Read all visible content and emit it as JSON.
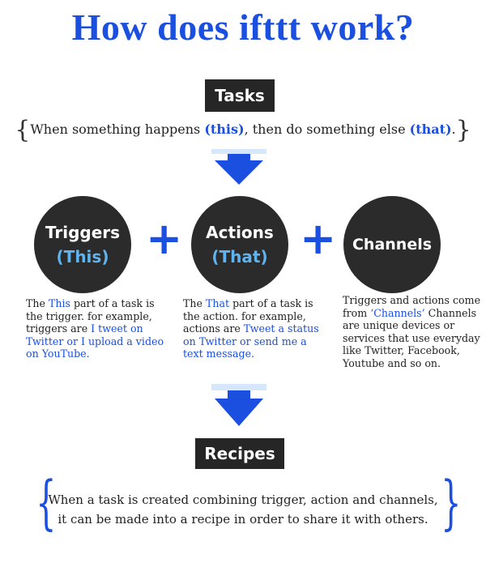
{
  "title": "How does ifttt work?",
  "tasks": {
    "label": "Tasks",
    "line_before": "When something happens ",
    "this": "(this)",
    "line_middle": ", then do something else ",
    "that": "(that)",
    "line_after": ".",
    "brace_open": "{",
    "brace_close": "}"
  },
  "circles": [
    {
      "main": "Triggers",
      "sub": "(This)"
    },
    {
      "main": "Actions",
      "sub": "(That)"
    },
    {
      "main": "Channels",
      "sub": ""
    }
  ],
  "plus_sign": "+",
  "descriptions": {
    "triggers": {
      "p1": "The ",
      "h1": "This",
      "p2": " part of a task is the trigger. for example, triggers are ",
      "h2": "I tweet on Twitter or I upload a video on YouTube."
    },
    "actions": {
      "p1": "The ",
      "h1": "That",
      "p2": " part of a task is the action. for example, actions are ",
      "h2": "Tweet a status on Twitter or send me a text message."
    },
    "channels": {
      "p1": "Triggers and actions come from ",
      "h1": "‘Channels’",
      "p2": " Channels are unique devices or services that use everyday like Twitter, Facebook, Youtube and so on."
    }
  },
  "recipes": {
    "label": "Recipes",
    "line1": "When a task is created combining trigger, action and channels,",
    "line2": "it can be made into a recipe in order to share it with others.",
    "brace_open": "{",
    "brace_close": "}"
  },
  "colors": {
    "accent_blue": "#1a4fe0",
    "circle_fill": "#2b2b2b",
    "circle_sub": "#5fb4f0",
    "label_box": "#262626"
  },
  "icons": [
    "arrow-down-icon",
    "plus-icon"
  ]
}
